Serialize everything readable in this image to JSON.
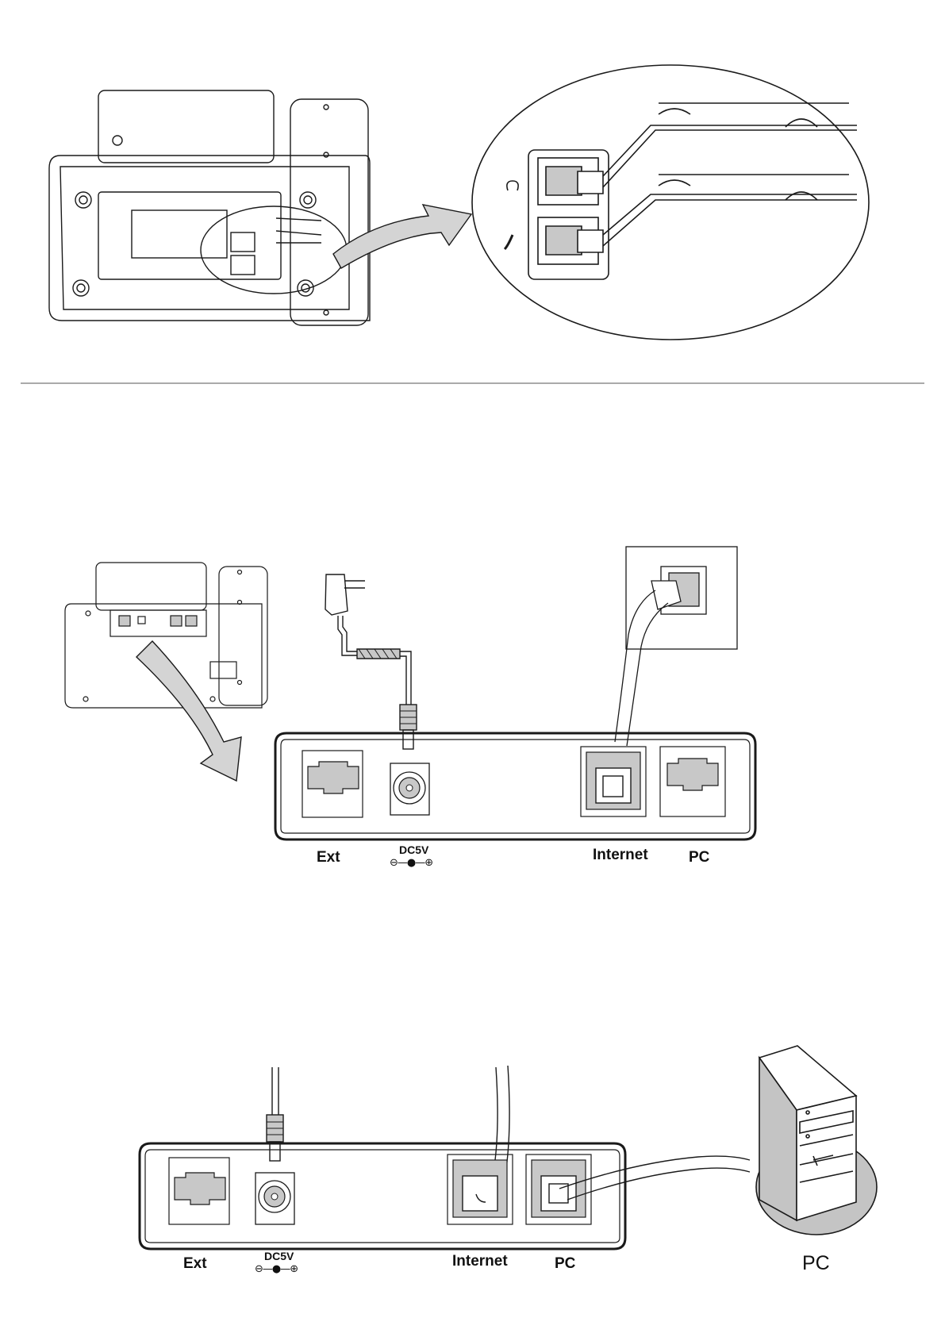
{
  "section2": {
    "labels": {
      "ext": "Ext",
      "dc": "DC5V",
      "dc_polarity": "⊖—●—⊕",
      "internet": "Internet",
      "pc": "PC"
    }
  },
  "section3": {
    "labels": {
      "ext": "Ext",
      "dc": "DC5V",
      "dc_polarity": "⊖—●—⊕",
      "internet": "Internet",
      "pc": "PC",
      "computer": "PC"
    }
  },
  "colors": {
    "line": "#1a1a1a",
    "port_fill": "#c8c8c8",
    "arrow_fill": "#d4d4d4",
    "pc_shadow": "#c4c4c4"
  }
}
